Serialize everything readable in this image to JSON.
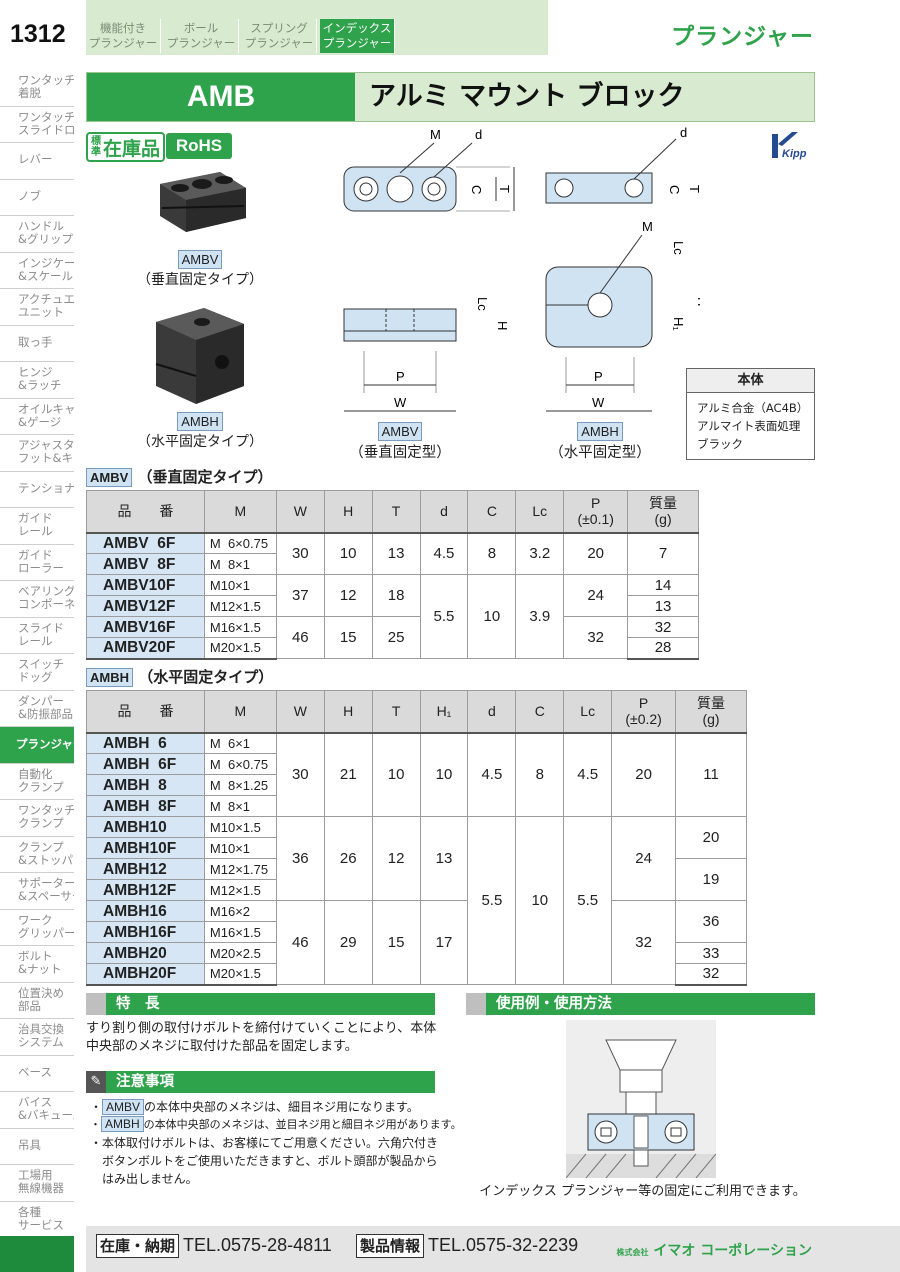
{
  "page_number": "1312",
  "category_tabs": [
    {
      "line1": "機能付き",
      "line2": "プランジャー"
    },
    {
      "line1": "ボール",
      "line2": "プランジャー"
    },
    {
      "line1": "スプリング",
      "line2": "プランジャー"
    },
    {
      "line1": "インデックス",
      "line2": "プランジャー"
    }
  ],
  "page_title": "プランジャー",
  "sidebar": [
    {
      "l1": "ワンタッチ",
      "l2": "着脱"
    },
    {
      "l1": "ワンタッチ",
      "l2": "スライドロック"
    },
    {
      "l1": "レバー",
      "l2": ""
    },
    {
      "l1": "ノブ",
      "l2": ""
    },
    {
      "l1": "ハンドル",
      "l2": "&グリップ"
    },
    {
      "l1": "インジケーター",
      "l2": "&スケール"
    },
    {
      "l1": "アクチュエータ",
      "l2": "ユニット"
    },
    {
      "l1": "取っ手",
      "l2": ""
    },
    {
      "l1": "ヒンジ",
      "l2": "&ラッチ"
    },
    {
      "l1": "オイルキャップ",
      "l2": "&ゲージ"
    },
    {
      "l1": "アジャスター",
      "l2": "フット&キャスタ"
    },
    {
      "l1": "テンショナー",
      "l2": ""
    },
    {
      "l1": "ガイド",
      "l2": "レール"
    },
    {
      "l1": "ガイド",
      "l2": "ローラー"
    },
    {
      "l1": "ベアリング",
      "l2": "コンポーネント"
    },
    {
      "l1": "スライド",
      "l2": "レール"
    },
    {
      "l1": "スイッチ",
      "l2": "ドッグ"
    },
    {
      "l1": "ダンパー",
      "l2": "&防振部品"
    },
    {
      "l1": "プランジャー",
      "l2": ""
    },
    {
      "l1": "自動化",
      "l2": "クランプ"
    },
    {
      "l1": "ワンタッチ",
      "l2": "クランプ"
    },
    {
      "l1": "クランプ",
      "l2": "&ストッパー"
    },
    {
      "l1": "サポーター",
      "l2": "&スペーサー"
    },
    {
      "l1": "ワーク",
      "l2": "グリッパー"
    },
    {
      "l1": "ボルト",
      "l2": "&ナット"
    },
    {
      "l1": "位置決め",
      "l2": "部品"
    },
    {
      "l1": "治具交換",
      "l2": "システム"
    },
    {
      "l1": "ベース",
      "l2": ""
    },
    {
      "l1": "バイス",
      "l2": "&バキューム"
    },
    {
      "l1": "吊具",
      "l2": ""
    },
    {
      "l1": "工場用",
      "l2": "無線機器"
    },
    {
      "l1": "各種",
      "l2": "サービス"
    }
  ],
  "title": {
    "code": "AMB",
    "name": "アルミ マウント ブロック"
  },
  "badges": {
    "std_small": "標準",
    "std_big": "在庫品",
    "rohs": "RoHS",
    "brand": "Kipp"
  },
  "products": {
    "amv": {
      "tag": "AMBV",
      "label": "（垂直固定タイプ）"
    },
    "amh": {
      "tag": "AMBH",
      "label": "（水平固定タイプ）"
    }
  },
  "diagrams": {
    "v_tag": "AMBV",
    "v_label": "（垂直固定型）",
    "h_tag": "AMBH",
    "h_label": "（水平固定型）",
    "dims": {
      "M": "M",
      "d": "d",
      "C": "C",
      "T": "T",
      "Lc": "Lc",
      "H": "H",
      "H1": "H₁",
      "P": "P",
      "W": "W"
    }
  },
  "material": {
    "head": "本体",
    "lines": [
      "アルミ合金（AC4B）",
      "アルマイト表面処理",
      "ブラック"
    ]
  },
  "ambv_table": {
    "tag": "AMBV",
    "heading": "（垂直固定タイプ）",
    "headers": {
      "pn": "品　　番",
      "M": "M",
      "W": "W",
      "H": "H",
      "T": "T",
      "d": "d",
      "C": "C",
      "Lc": "Lc",
      "P1": "P",
      "P2": "(±0.1)",
      "mass1": "質量",
      "mass2": "(g)"
    },
    "rows": [
      {
        "pn": "AMBV  6F",
        "M": "M  6×0.75",
        "W": "30",
        "H": "10",
        "T": "13",
        "d": "4.5",
        "C": "8",
        "Lc": "3.2",
        "P": "20",
        "mass": "7"
      },
      {
        "pn": "AMBV  8F",
        "M": "M  8×1"
      },
      {
        "pn": "AMBV10F",
        "M": "M10×1",
        "W": "37",
        "H": "12",
        "T": "18",
        "d": "5.5",
        "C": "10",
        "Lc": "3.9",
        "P": "24",
        "mass": "14"
      },
      {
        "pn": "AMBV12F",
        "M": "M12×1.5",
        "mass": "13"
      },
      {
        "pn": "AMBV16F",
        "M": "M16×1.5",
        "W": "46",
        "H": "15",
        "T": "25",
        "P": "32",
        "mass": "32"
      },
      {
        "pn": "AMBV20F",
        "M": "M20×1.5",
        "mass": "28"
      }
    ]
  },
  "ambh_table": {
    "tag": "AMBH",
    "heading": "（水平固定タイプ）",
    "headers": {
      "pn": "品　　番",
      "M": "M",
      "W": "W",
      "H": "H",
      "T": "T",
      "H1": "H₁",
      "d": "d",
      "C": "C",
      "Lc": "Lc",
      "P1": "P",
      "P2": "(±0.2)",
      "mass1": "質量",
      "mass2": "(g)"
    },
    "rows": [
      {
        "pn": "AMBH  6",
        "M": "M  6×1",
        "W": "30",
        "H": "21",
        "T": "10",
        "H1": "10",
        "d": "4.5",
        "C": "8",
        "Lc": "4.5",
        "P": "20",
        "mass": "11"
      },
      {
        "pn": "AMBH  6F",
        "M": "M  6×0.75"
      },
      {
        "pn": "AMBH  8",
        "M": "M  8×1.25"
      },
      {
        "pn": "AMBH  8F",
        "M": "M  8×1"
      },
      {
        "pn": "AMBH10",
        "M": "M10×1.5",
        "W": "36",
        "H": "26",
        "T": "12",
        "H1": "13",
        "d": "5.5",
        "C": "10",
        "Lc": "5.5",
        "P": "24",
        "mass": "20"
      },
      {
        "pn": "AMBH10F",
        "M": "M10×1"
      },
      {
        "pn": "AMBH12",
        "M": "M12×1.75",
        "mass": "19"
      },
      {
        "pn": "AMBH12F",
        "M": "M12×1.5"
      },
      {
        "pn": "AMBH16",
        "M": "M16×2",
        "W": "46",
        "H": "29",
        "T": "15",
        "H1": "17",
        "P": "32",
        "mass": "36"
      },
      {
        "pn": "AMBH16F",
        "M": "M16×1.5"
      },
      {
        "pn": "AMBH20",
        "M": "M20×2.5",
        "mass": "33"
      },
      {
        "pn": "AMBH20F",
        "M": "M20×1.5",
        "mass": "32"
      }
    ]
  },
  "features": {
    "title": "特　長",
    "text1": "すり割り側の取付けボルトを締付けていくことにより、本体",
    "text2": "中央部のメネジに取付けた部品を固定します。"
  },
  "usage": {
    "title": "使用例・使用方法",
    "caption": "インデックス プランジャー等の固定にご利用できます。"
  },
  "cautions": {
    "title": "注意事項",
    "n1_tag": "AMBV",
    "n1_text": "の本体中央部のメネジは、細目ネジ用になります。",
    "n2_tag": "AMBH",
    "n2_text": "の本体中央部のメネジは、並目ネジ用と細目ネジ用があります。",
    "n3_l1": "・本体取付けボルトは、お客様にてご用意ください。六角穴付き",
    "n3_l2": "ボタンボルトをご使用いただきますと、ボルト頭部が製品から",
    "n3_l3": "はみ出しません。"
  },
  "footer": {
    "label1": "在庫・納期",
    "tel1": "TEL.0575-28-4811",
    "label2": "製品情報",
    "tel2": "TEL.0575-32-2239",
    "company_small": "株式会社",
    "company": "イマオ コーポレーション"
  },
  "colors": {
    "brand_green": "#2fa34c",
    "light_green": "#d8ebd0",
    "part_blue": "#cfe3f3"
  }
}
